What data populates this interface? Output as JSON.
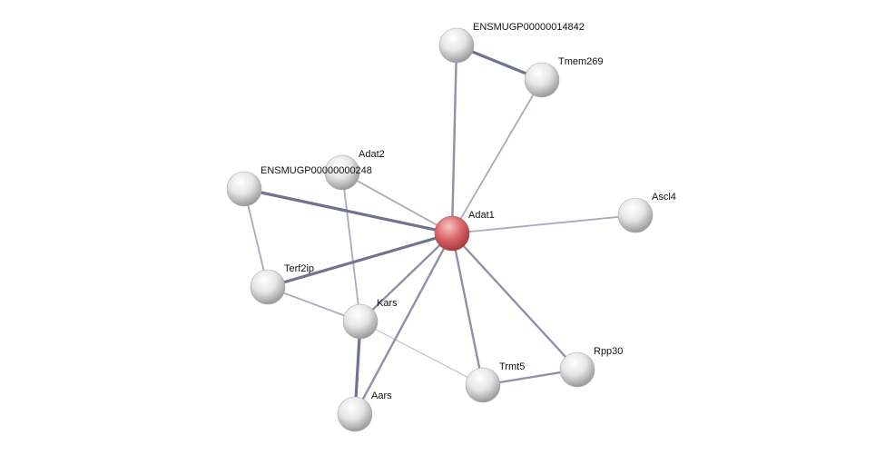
{
  "network": {
    "query_color": "#d9565b",
    "node_color": "#e8e8e8",
    "nodes": [
      {
        "id": "ENSMUGP00000014842",
        "query": false
      },
      {
        "id": "Tmem269",
        "query": false
      },
      {
        "id": "ENSMUGP00000000248",
        "query": false
      },
      {
        "id": "Adat2",
        "query": false
      },
      {
        "id": "Adat1",
        "query": true
      },
      {
        "id": "Ascl4",
        "query": false
      },
      {
        "id": "Terf2ip",
        "query": false
      },
      {
        "id": "Kars",
        "query": false
      },
      {
        "id": "Trmt5",
        "query": false
      },
      {
        "id": "Rpp30",
        "query": false
      },
      {
        "id": "Aars",
        "query": false
      }
    ],
    "edges": [
      {
        "a": "ENSMUGP00000014842",
        "b": "Tmem269",
        "strength": "high"
      },
      {
        "a": "ENSMUGP00000014842",
        "b": "Adat1",
        "strength": "medium"
      },
      {
        "a": "Tmem269",
        "b": "Adat1",
        "strength": "low"
      },
      {
        "a": "Adat2",
        "b": "Adat1",
        "strength": "low"
      },
      {
        "a": "Adat2",
        "b": "Kars",
        "strength": "low"
      },
      {
        "a": "ENSMUGP00000000248",
        "b": "Adat1",
        "strength": "high"
      },
      {
        "a": "ENSMUGP00000000248",
        "b": "Terf2ip",
        "strength": "low"
      },
      {
        "a": "Terf2ip",
        "b": "Adat1",
        "strength": "high"
      },
      {
        "a": "Terf2ip",
        "b": "Kars",
        "strength": "low"
      },
      {
        "a": "Kars",
        "b": "Adat1",
        "strength": "medium"
      },
      {
        "a": "Kars",
        "b": "Aars",
        "strength": "high"
      },
      {
        "a": "Kars",
        "b": "Trmt5",
        "strength": "weak"
      },
      {
        "a": "Aars",
        "b": "Adat1",
        "strength": "medium"
      },
      {
        "a": "Adat1",
        "b": "Ascl4",
        "strength": "low"
      },
      {
        "a": "Adat1",
        "b": "Trmt5",
        "strength": "medium"
      },
      {
        "a": "Adat1",
        "b": "Rpp30",
        "strength": "medium"
      },
      {
        "a": "Trmt5",
        "b": "Rpp30",
        "strength": "medium"
      }
    ]
  }
}
